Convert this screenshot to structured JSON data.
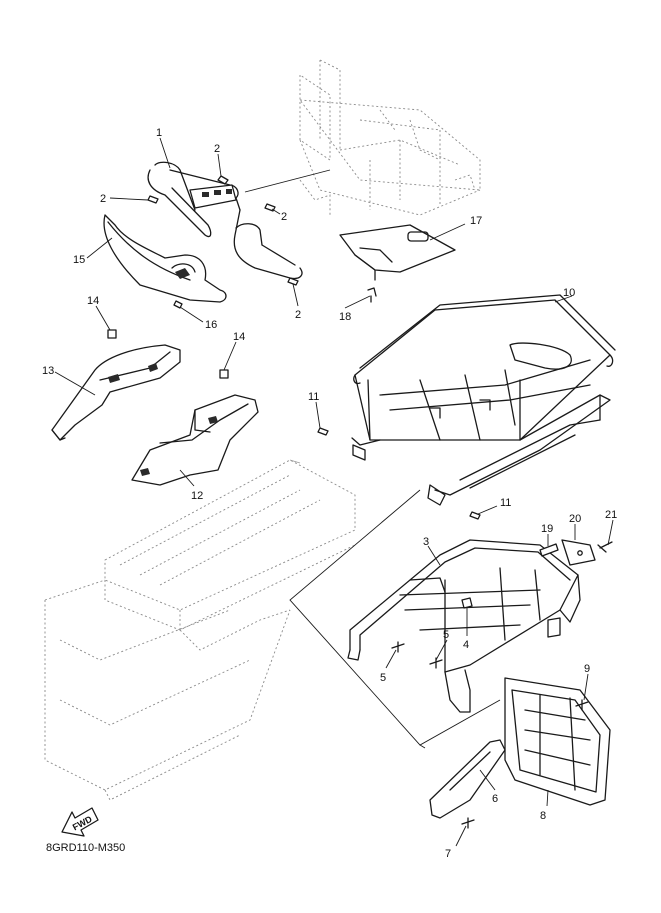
{
  "callouts": {
    "c1": "1",
    "c2a": "2",
    "c2b": "2",
    "c2c": "2",
    "c2d": "2",
    "c3": "3",
    "c4": "4",
    "c5a": "5",
    "c5b": "5",
    "c6": "6",
    "c7": "7",
    "c8": "8",
    "c9": "9",
    "c10": "10",
    "c11a": "11",
    "c11b": "11",
    "c12": "12",
    "c13": "13",
    "c14a": "14",
    "c14b": "14",
    "c15": "15",
    "c16": "16",
    "c17": "17",
    "c18": "18",
    "c19": "19",
    "c20": "20",
    "c21": "21"
  },
  "fwd_label": "FWD",
  "diagram_code": "8GRD110-M350"
}
